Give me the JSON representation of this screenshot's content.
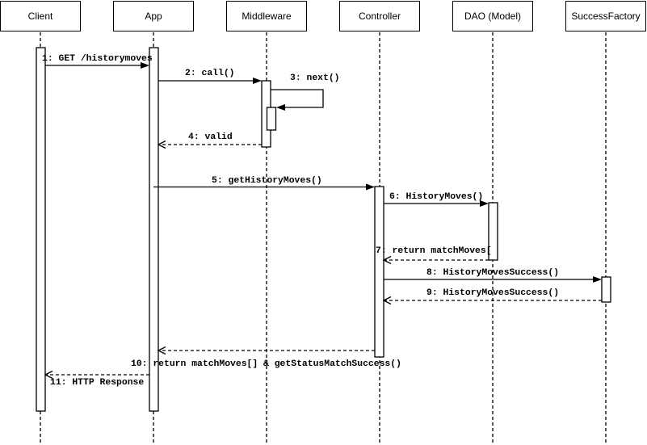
{
  "diagram": {
    "type": "uml-sequence-diagram",
    "colors": {
      "stroke": "#000000",
      "background": "#ffffff"
    },
    "participants": [
      {
        "name": "Client"
      },
      {
        "name": "App"
      },
      {
        "name": "Middleware"
      },
      {
        "name": "Controller"
      },
      {
        "name": "DAO (Model)"
      },
      {
        "name": "SuccessFactory"
      }
    ],
    "messages": [
      {
        "label": "1: GET /historymoves",
        "from": "Client",
        "to": "App",
        "kind": "sync-solid-filled-arrow"
      },
      {
        "label": "2: call()",
        "from": "App",
        "to": "Middleware",
        "kind": "sync-solid-filled-arrow"
      },
      {
        "label": "3: next()",
        "from": "Middleware",
        "to": "Middleware",
        "kind": "self-message"
      },
      {
        "label": "4: valid",
        "from": "Middleware",
        "to": "App",
        "kind": "return-dashed-open-arrow"
      },
      {
        "label": "5: getHistoryMoves()",
        "from": "App",
        "to": "Controller",
        "kind": "sync-solid-filled-arrow"
      },
      {
        "label": "6: HistoryMoves()",
        "from": "Controller",
        "to": "DAO (Model)",
        "kind": "sync-solid-filled-arrow"
      },
      {
        "label": "7: return matchMoves[",
        "from": "DAO (Model)",
        "to": "Controller",
        "kind": "return-dashed-open-arrow"
      },
      {
        "label": "8: HistoryMovesSuccess()",
        "from": "Controller",
        "to": "SuccessFactory",
        "kind": "sync-solid-filled-arrow"
      },
      {
        "label": "9: HistoryMovesSuccess()",
        "from": "SuccessFactory",
        "to": "Controller",
        "kind": "return-dashed-open-arrow"
      },
      {
        "label": "10: return matchMoves[] & getStatusMatchSuccess()",
        "from": "Controller",
        "to": "App",
        "kind": "return-dashed-open-arrow"
      },
      {
        "label": "11: HTTP Response",
        "from": "App",
        "to": "Client",
        "kind": "return-dashed-open-arrow"
      }
    ]
  }
}
